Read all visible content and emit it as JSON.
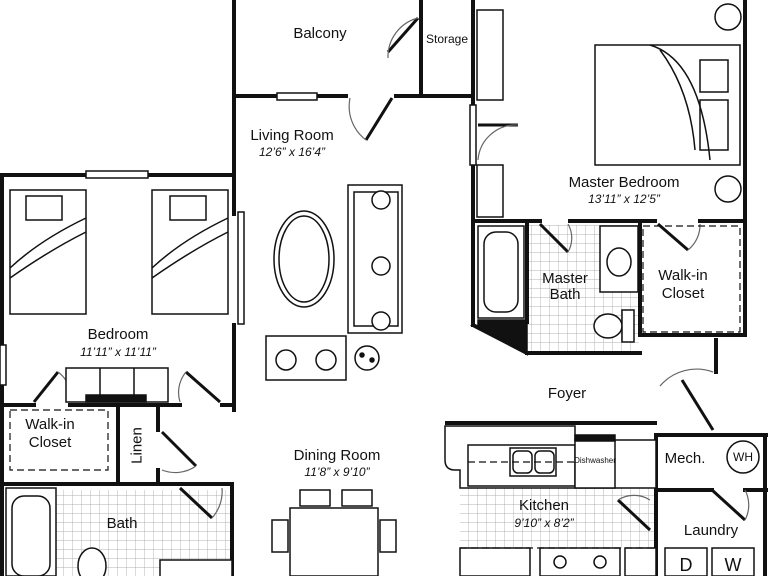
{
  "rooms": {
    "balcony": {
      "name": "Balcony"
    },
    "storage": {
      "name": "Storage"
    },
    "living_room": {
      "name": "Living Room",
      "dims": "12’6” x 16’4”"
    },
    "master_bedroom": {
      "name": "Master Bedroom",
      "dims": "13’11” x 12’5”"
    },
    "master_bath": {
      "name_line1": "Master",
      "name_line2": "Bath"
    },
    "master_walkin": {
      "name_line1": "Walk-in",
      "name_line2": "Closet"
    },
    "bedroom": {
      "name": "Bedroom",
      "dims": "11’11” x 11’11”"
    },
    "walkin_closet": {
      "name_line1": "Walk-in",
      "name_line2": "Closet"
    },
    "linen": {
      "name": "Linen"
    },
    "bath": {
      "name": "Bath"
    },
    "dining_room": {
      "name": "Dining Room",
      "dims": "11’8” x 9’10”"
    },
    "foyer": {
      "name": "Foyer"
    },
    "kitchen": {
      "name": "Kitchen",
      "dims": "9’10” x 8’2”"
    },
    "mech": {
      "name": "Mech."
    },
    "laundry": {
      "name": "Laundry"
    }
  },
  "appliances": {
    "dishwasher": "Dishwasher",
    "water_heater": "WH",
    "dryer": "D",
    "washer": "W"
  }
}
